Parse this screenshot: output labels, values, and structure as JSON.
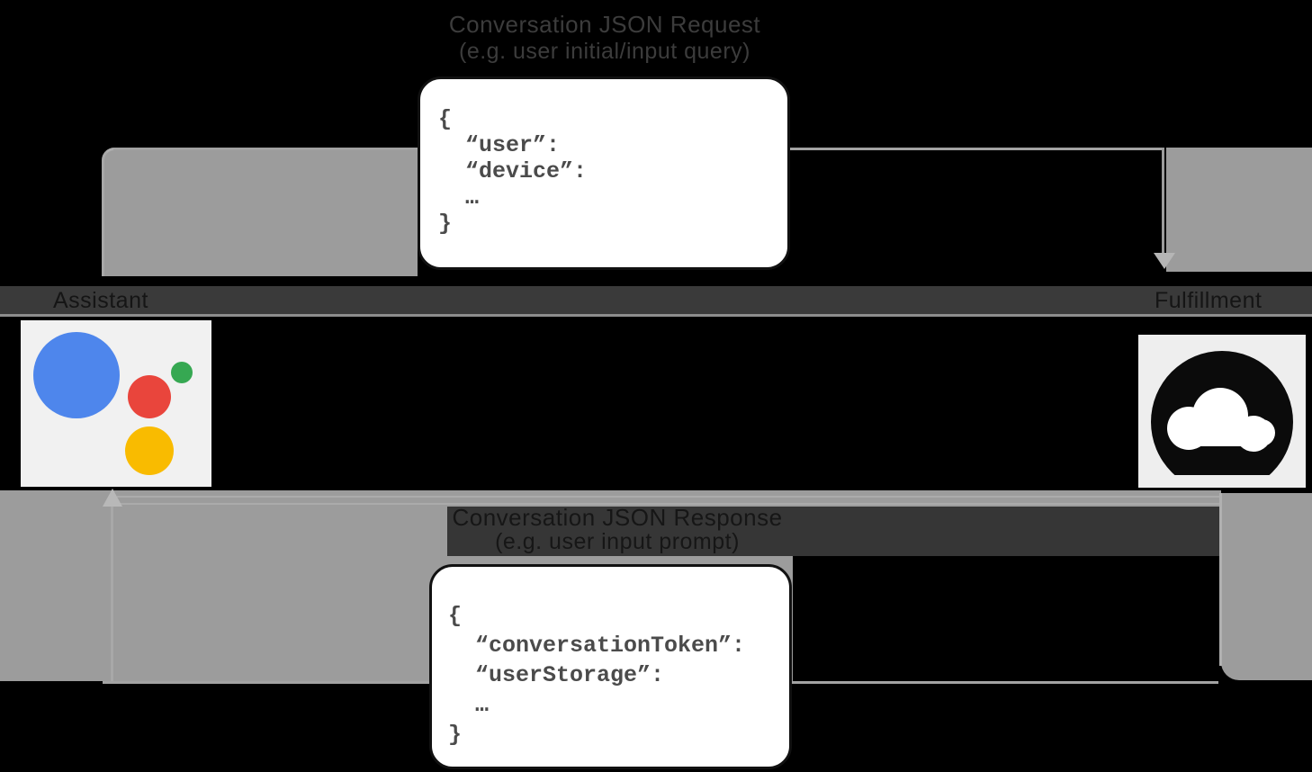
{
  "request": {
    "title": "Conversation JSON Request",
    "subtitle": "(e.g. user initial/input query)",
    "json_lines": [
      "{",
      "  “user”:",
      "  “device”:",
      "  …",
      "}"
    ]
  },
  "response": {
    "title": "Conversation JSON Response",
    "subtitle": "(e.g. user input prompt)",
    "json_lines": [
      "{",
      "  “conversationToken”:",
      "  “userStorage”:",
      "  …",
      "}"
    ]
  },
  "actors": {
    "left": {
      "label": "Assistant",
      "icon": "google-assistant-logo"
    },
    "right": {
      "label": "Fulfillment",
      "icon": "google-cloud-logo"
    }
  },
  "colors": {
    "assistant_blue": "#4e86ec",
    "assistant_green": "#36a852",
    "assistant_red": "#e9453c",
    "assistant_yellow": "#f9bb00",
    "arrow_gray": "#9c9c9c",
    "band_dark": "#3a3a3a",
    "cloud_black": "#0b0b0b"
  }
}
